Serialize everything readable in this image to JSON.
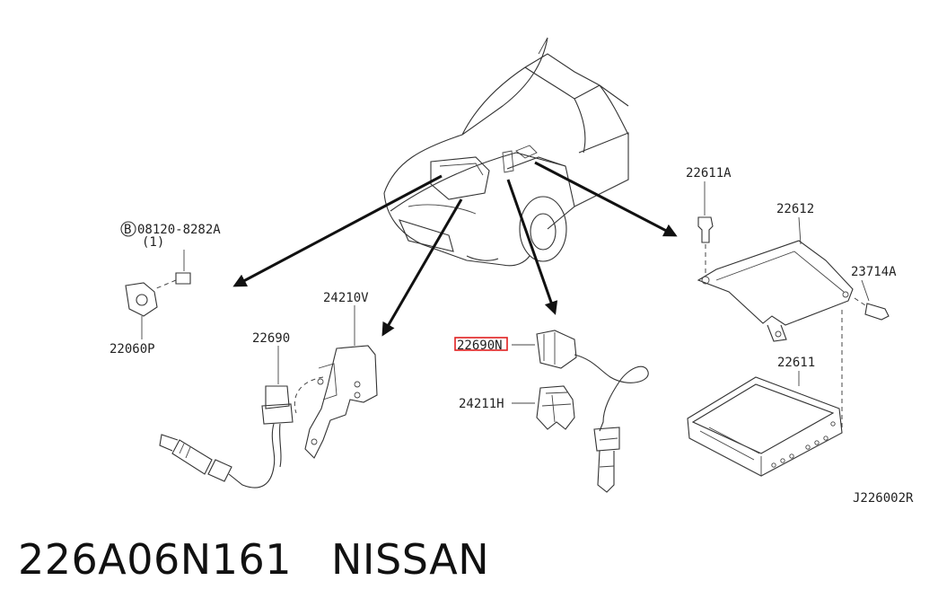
{
  "labels": {
    "bolt_circle_letter": "B",
    "bolt_part": "08120-8282A",
    "bolt_qty": "(1)",
    "knock_sensor": "22060P",
    "bracket": "24210V",
    "front_sensor": "22690",
    "rear_sensor": "22690N",
    "clip": "24211H",
    "ecm_bolt": "22611A",
    "ecm_bracket": "22612",
    "ecm_screw": "23714A",
    "ecm": "22611",
    "diagram_ref": "J226002R"
  },
  "highlight": {
    "target": "rear_sensor",
    "color": "#e02020"
  },
  "footer": {
    "part_number": "226A06N161",
    "brand": "NISSAN"
  }
}
